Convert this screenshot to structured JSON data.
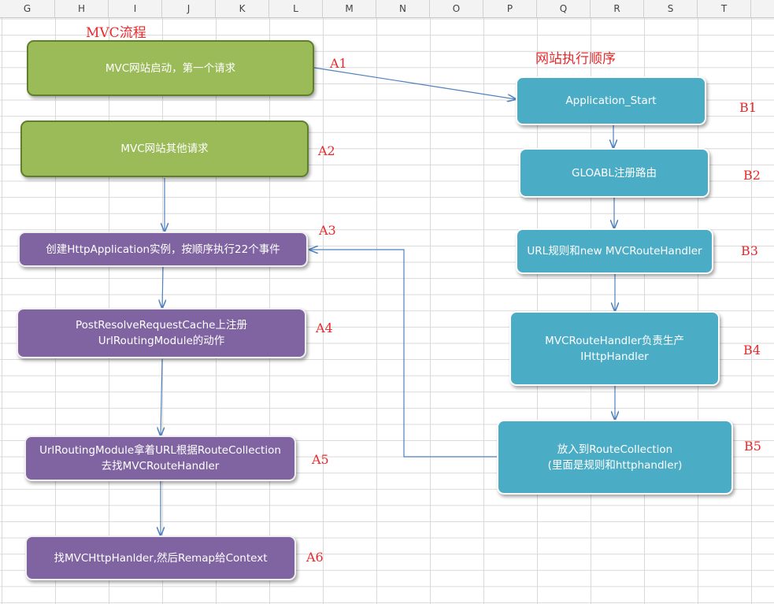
{
  "columns": [
    "G",
    "H",
    "I",
    "J",
    "K",
    "L",
    "M",
    "N",
    "O",
    "P",
    "Q",
    "R",
    "S",
    "T"
  ],
  "titles": {
    "left": "MVC流程",
    "right": "网站执行顺序"
  },
  "left_flow": {
    "a1": {
      "text": "MVC网站启动，第一个请求",
      "tag": "A1"
    },
    "a2": {
      "text": "MVC网站其他请求",
      "tag": "A2"
    },
    "a3": {
      "text": "创建HttpApplication实例，按顺序执行22个事件",
      "tag": "A3"
    },
    "a4": {
      "line1": "PostResolveRequestCache上注册",
      "line2": "UrlRoutingModule的动作",
      "tag": "A4"
    },
    "a5": {
      "line1": "UrlRoutingModule拿着URL根据RouteCollection",
      "line2": "去找MVCRouteHandler",
      "tag": "A5"
    },
    "a6": {
      "text": "找MVCHttpHanlder,然后Remap给Context",
      "tag": "A6"
    }
  },
  "right_flow": {
    "b1": {
      "text": "Application_Start",
      "tag": "B1"
    },
    "b2": {
      "text": "GLOABL注册路由",
      "tag": "B2"
    },
    "b3": {
      "text": "URL规则和new MVCRouteHandler",
      "tag": "B3"
    },
    "b4": {
      "line1": "MVCRouteHandler负责生产",
      "line2": "IHttpHandler",
      "tag": "B4"
    },
    "b5": {
      "line1": "放入到RouteCollection",
      "line2": "(里面是规则和httphandler)",
      "tag": "B5"
    }
  },
  "colors": {
    "green_fill": "#9bbb59",
    "purple_fill": "#8064a2",
    "blue_fill": "#4bacc6",
    "arrow": "#4f81bd",
    "label_red": "#e8292b"
  }
}
